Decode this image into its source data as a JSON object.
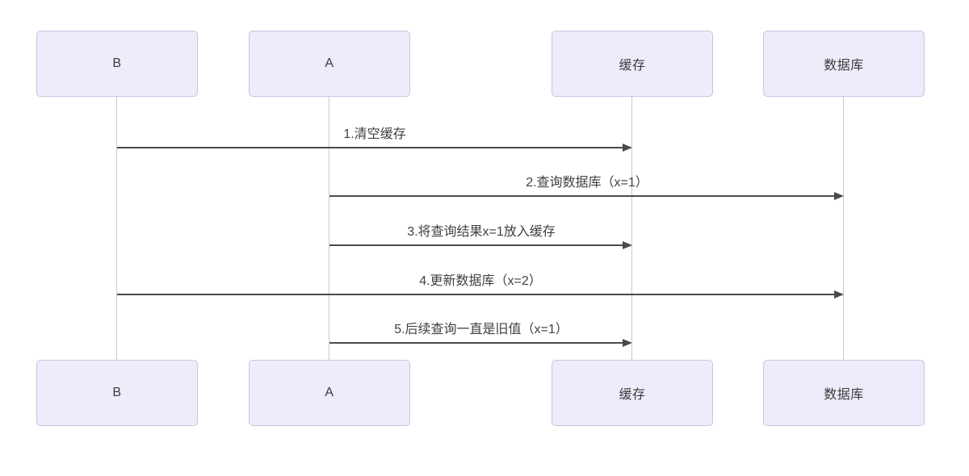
{
  "diagram": {
    "type": "sequence",
    "actors": [
      {
        "id": "B",
        "label": "B"
      },
      {
        "id": "A",
        "label": "A"
      },
      {
        "id": "cache",
        "label": "缓存"
      },
      {
        "id": "db",
        "label": "数据库"
      }
    ],
    "messages": [
      {
        "order": 1,
        "from": "B",
        "to": "缓存",
        "text": "1.清空缓存"
      },
      {
        "order": 2,
        "from": "A",
        "to": "数据库",
        "text": "2.查询数据库（x=1）"
      },
      {
        "order": 3,
        "from": "A",
        "to": "缓存",
        "text": "3.将查询结果x=1放入缓存"
      },
      {
        "order": 4,
        "from": "B",
        "to": "数据库",
        "text": "4.更新数据库（x=2）"
      },
      {
        "order": 5,
        "from": "A",
        "to": "缓存",
        "text": "5.后续查询一直是旧值（x=1）"
      }
    ],
    "colors": {
      "actor_fill": "#ECECFB",
      "actor_border": "#C6C6E4",
      "lifeline": "#C9C9C9",
      "arrow": "#4A4A4A",
      "text": "#3B3B3B",
      "background": "#FFFFFF"
    }
  }
}
